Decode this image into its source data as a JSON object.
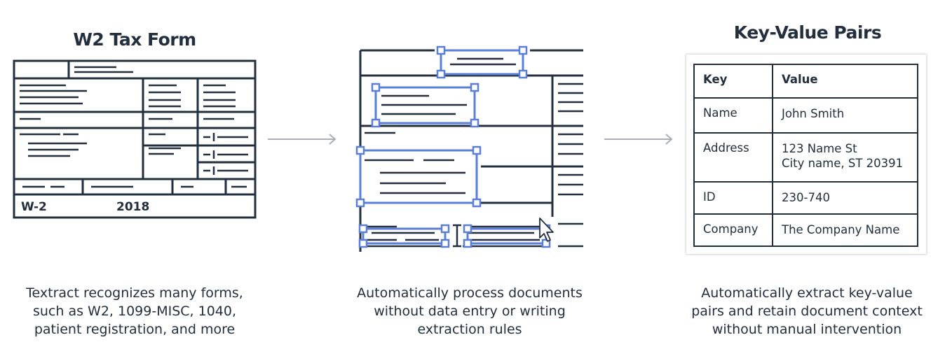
{
  "panel1": {
    "title": "W2 Tax Form",
    "form_label": "W-2",
    "form_year": "2018",
    "caption": [
      "Textract recognizes many forms,",
      "such as W2, 1099-MISC, 1040,",
      "patient registration, and more"
    ]
  },
  "panel2": {
    "caption": [
      "Automatically process documents",
      "without data entry or writing",
      "extraction rules"
    ]
  },
  "panel3": {
    "title": "Key-Value Pairs",
    "table": {
      "headers": [
        "Key",
        "Value"
      ],
      "rows": [
        {
          "key": "Name",
          "value": [
            "John Smith"
          ]
        },
        {
          "key": "Address",
          "value": [
            "123 Name St",
            "City name, ST 20391"
          ]
        },
        {
          "key": "ID",
          "value": [
            "230-740"
          ]
        },
        {
          "key": "Company",
          "value": [
            "The Company Name"
          ]
        }
      ]
    },
    "caption": [
      "Automatically extract key-value",
      "pairs and retain document context",
      "without manual intervention"
    ]
  },
  "colors": {
    "ink": "#232f3e",
    "highlight": "#5a7fd6",
    "arrow": "#a9afb4"
  }
}
